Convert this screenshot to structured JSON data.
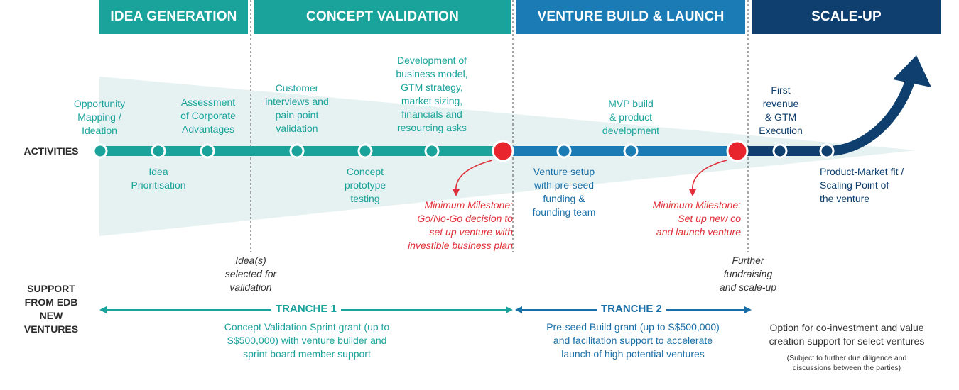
{
  "phases": [
    {
      "label": "IDEA GENERATION",
      "color": "#1aa39b"
    },
    {
      "label": "CONCEPT VALIDATION",
      "color": "#1aa39b"
    },
    {
      "label": "VENTURE BUILD & LAUNCH",
      "color": "#1a7bb5"
    },
    {
      "label": "SCALE-UP",
      "color": "#0e3f6e"
    }
  ],
  "row_labels": {
    "activities": "ACTIVITIES",
    "support": "SUPPORT\nFROM EDB\nNEW\nVENTURES"
  },
  "activities_above": [
    "Opportunity\nMapping /\nIdeation",
    "Assessment\nof Corporate\nAdvantages",
    "Customer\ninterviews and\npain point\nvalidation",
    "Development of\nbusiness model,\nGTM strategy,\nmarket sizing,\nfinancials and\nresourcing asks",
    "MVP build\n& product\ndevelopment",
    "First\nrevenue\n& GTM\nExecution"
  ],
  "activities_below": [
    "Idea\nPrioritisation",
    "Concept\nprototype\ntesting",
    "Venture setup\nwith pre-seed\nfunding &\nfounding team",
    "Product-Market fit /\nScaling Point of\nthe venture"
  ],
  "milestones": [
    "Minimum Milestone:\nGo/No-Go decision to\nset up venture with\ninvestible business plan",
    "Minimum Milestone:\nSet up new co\nand launch venture"
  ],
  "transitions": [
    "Idea(s)\nselected for\nvalidation",
    "Further\nfundraising\nand scale-up"
  ],
  "tranches": [
    {
      "label": "TRANCHE 1",
      "desc": "Concept Validation Sprint grant (up to\nS$500,000) with venture builder and\nsprint board member support"
    },
    {
      "label": "TRANCHE 2",
      "desc": "Pre-seed Build grant (up to S$500,000)\nand facilitation support to accelerate\nlaunch of high potential ventures"
    }
  ],
  "scaleup_support": {
    "desc": "Option for co-investment and value\ncreation support for select ventures",
    "note": "(Subject to further due diligence and\ndiscussions between the parties)"
  },
  "colors": {
    "teal": "#1aa39b",
    "blue": "#1a7bb5",
    "navy": "#0e3f6e",
    "red": "#e8242c",
    "light_teal": "#e3f1ef"
  }
}
